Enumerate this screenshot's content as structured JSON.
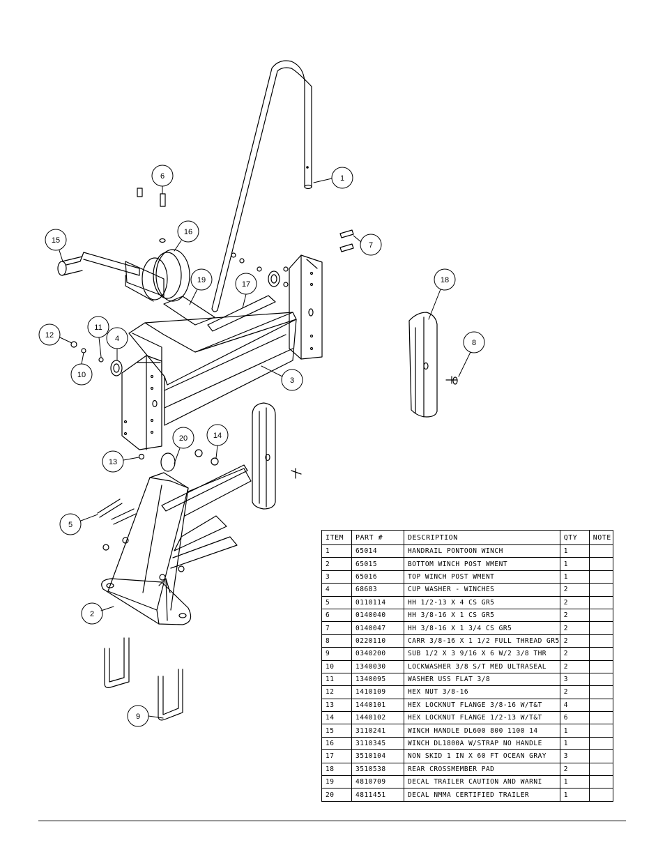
{
  "bom": {
    "headers": [
      "ITEM",
      "PART #",
      "DESCRIPTION",
      "QTY",
      "NOTE"
    ],
    "rows": [
      {
        "item": "1",
        "part": "65014",
        "desc": "HANDRAIL PONTOON WINCH",
        "qty": "1",
        "note": ""
      },
      {
        "item": "2",
        "part": "65015",
        "desc": "BOTTOM WINCH POST WMENT",
        "qty": "1",
        "note": ""
      },
      {
        "item": "3",
        "part": "65016",
        "desc": "TOP WINCH POST WMENT",
        "qty": "1",
        "note": ""
      },
      {
        "item": "4",
        "part": "68683",
        "desc": "CUP WASHER - WINCHES",
        "qty": "2",
        "note": ""
      },
      {
        "item": "5",
        "part": "0110114",
        "desc": "HH 1/2-13 X 4 CS GR5",
        "qty": "2",
        "note": ""
      },
      {
        "item": "6",
        "part": "0140040",
        "desc": "HH 3/8-16 X 1 CS GR5",
        "qty": "2",
        "note": ""
      },
      {
        "item": "7",
        "part": "0140047",
        "desc": "HH 3/8-16 X 1 3/4 CS GR5",
        "qty": "2",
        "note": ""
      },
      {
        "item": "8",
        "part": "0220110",
        "desc": "CARR 3/8-16 X 1 1/2 FULL THREAD GR5",
        "qty": "2",
        "note": ""
      },
      {
        "item": "9",
        "part": "0340200",
        "desc": "SUB 1/2 X 3 9/16 X 6 W/2 3/8 THR",
        "qty": "2",
        "note": ""
      },
      {
        "item": "10",
        "part": "1340030",
        "desc": "LOCKWASHER 3/8 S/T MED ULTRASEAL",
        "qty": "2",
        "note": ""
      },
      {
        "item": "11",
        "part": "1340095",
        "desc": "WASHER USS FLAT 3/8",
        "qty": "3",
        "note": ""
      },
      {
        "item": "12",
        "part": "1410109",
        "desc": "HEX NUT 3/8-16",
        "qty": "2",
        "note": ""
      },
      {
        "item": "13",
        "part": "1440101",
        "desc": "HEX LOCKNUT FLANGE 3/8-16 W/T&T",
        "qty": "4",
        "note": ""
      },
      {
        "item": "14",
        "part": "1440102",
        "desc": "HEX LOCKNUT FLANGE 1/2-13 W/T&T",
        "qty": "6",
        "note": ""
      },
      {
        "item": "15",
        "part": "3110241",
        "desc": "WINCH HANDLE   DL600 800 1100 14",
        "qty": "1",
        "note": ""
      },
      {
        "item": "16",
        "part": "3110345",
        "desc": "WINCH DL1800A W/STRAP  NO HANDLE",
        "qty": "1",
        "note": ""
      },
      {
        "item": "17",
        "part": "3510104",
        "desc": "NON SKID 1 IN X 60 FT OCEAN GRAY",
        "qty": "3",
        "note": ""
      },
      {
        "item": "18",
        "part": "3510538",
        "desc": "REAR CROSSMEMBER PAD",
        "qty": "2",
        "note": ""
      },
      {
        "item": "19",
        "part": "4810709",
        "desc": "DECAL TRAILER CAUTION AND WARNI",
        "qty": "1",
        "note": ""
      },
      {
        "item": "20",
        "part": "4811451",
        "desc": " DECAL NMMA CERTIFIED TRAILER",
        "qty": "1",
        "note": ""
      }
    ]
  },
  "callouts": {
    "c1": "1",
    "c2": "2",
    "c3": "3",
    "c4": "4",
    "c5": "5",
    "c6": "6",
    "c7": "7",
    "c8": "8",
    "c9": "9",
    "c10": "10",
    "c11": "11",
    "c12": "12",
    "c13": "13",
    "c14": "14",
    "c15": "15",
    "c16": "16",
    "c17": "17",
    "c18": "18",
    "c19": "19",
    "c20": "20"
  }
}
